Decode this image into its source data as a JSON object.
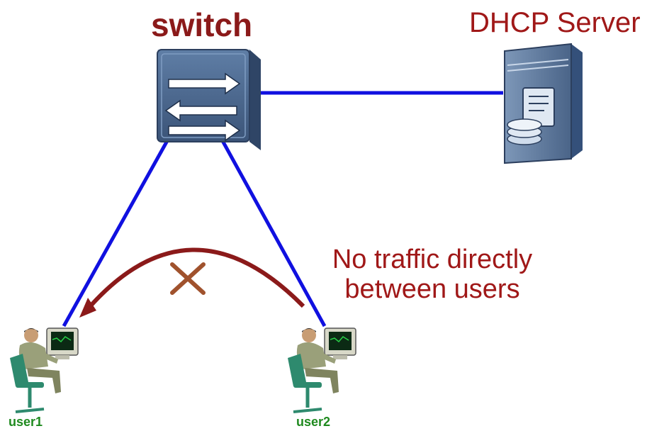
{
  "switch_label": "switch",
  "server_label": "DHCP Server",
  "note": "No traffic directly between users",
  "users": [
    {
      "label": "user1"
    },
    {
      "label": "user2"
    }
  ],
  "colors": {
    "link": "#1010e0",
    "accent": "#8b1a1a",
    "user_label": "#1f8a1f",
    "device": "#3d5a80"
  },
  "icons": {
    "switch": "switch-icon",
    "server": "server-icon",
    "user": "user-workstation-icon",
    "blocked": "cross-icon"
  }
}
